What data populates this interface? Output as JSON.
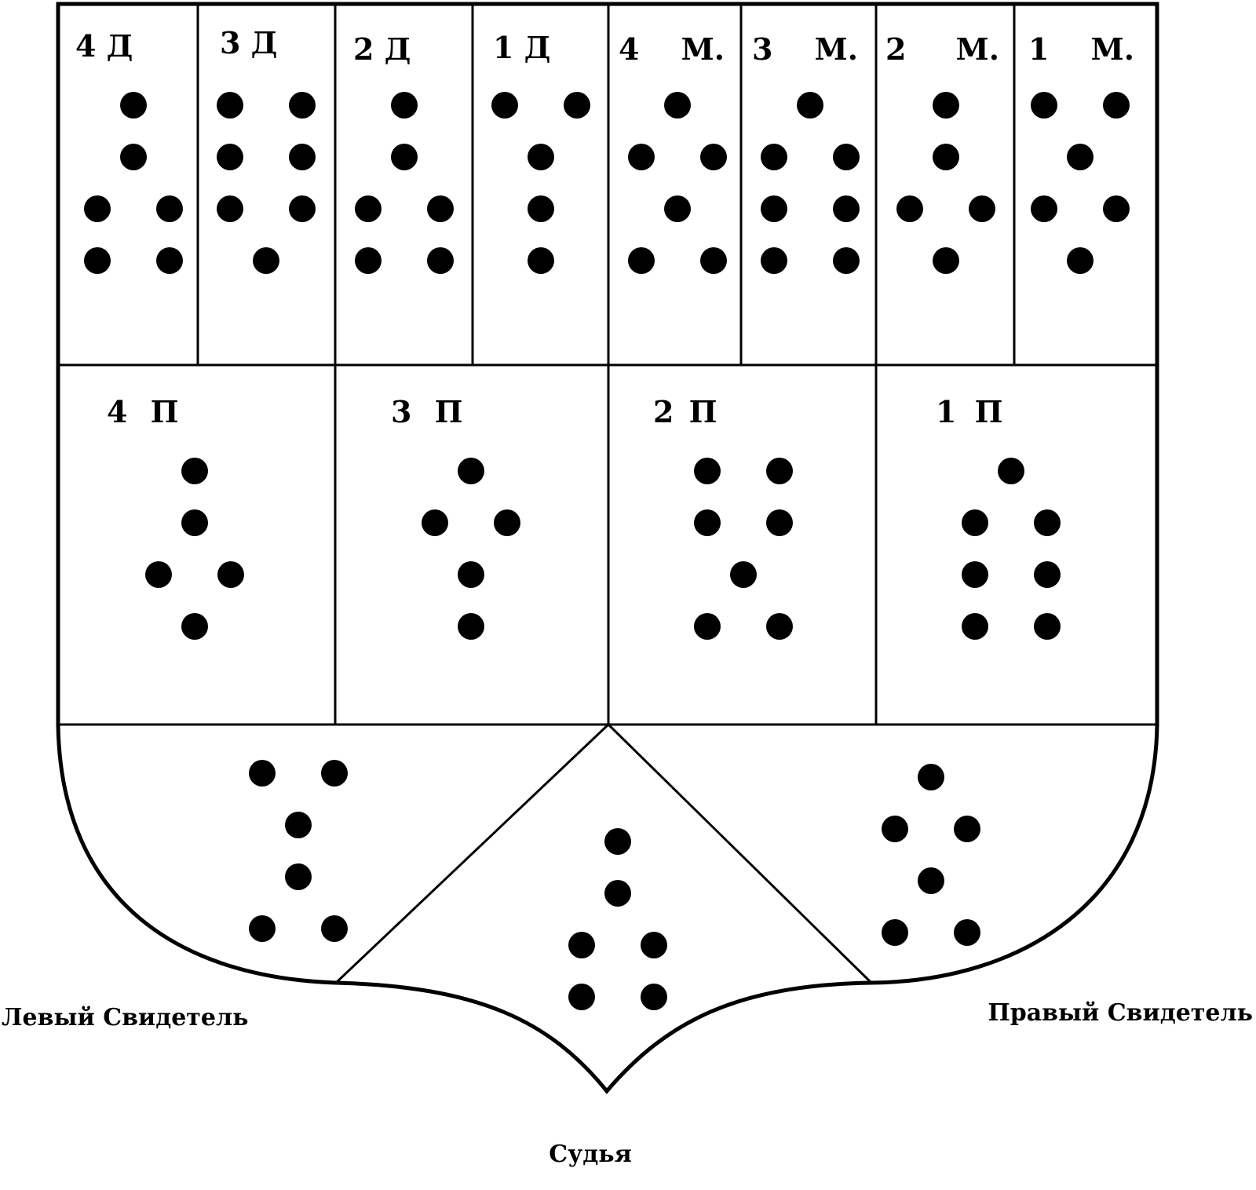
{
  "diagram": {
    "mothers_daughters": [
      {
        "label": "4 Д",
        "rows": [
          "1",
          "1",
          "1 1",
          "1 1"
        ]
      },
      {
        "label": "3 Д",
        "rows": [
          "1 1",
          "1 1",
          "1 1",
          "1"
        ]
      },
      {
        "label": "2 Д",
        "rows": [
          "1",
          "1",
          "1 1",
          "1 1"
        ]
      },
      {
        "label": "1 Д",
        "rows": [
          "1 1",
          "1",
          "1",
          "1"
        ]
      },
      {
        "label": "4 М.",
        "rows": [
          "1",
          "1 1",
          "1",
          "1 1"
        ]
      },
      {
        "label": "3 М.",
        "rows": [
          "1",
          "1 1",
          "1 1",
          "1 1"
        ]
      },
      {
        "label": "2 М.",
        "rows": [
          "1",
          "1",
          "1 1",
          "1"
        ]
      },
      {
        "label": "1 М.",
        "rows": [
          "1 1",
          "1",
          "1 1",
          "1"
        ]
      }
    ],
    "nieces": [
      {
        "label": "4 П",
        "rows": [
          "1",
          "1",
          "1 1",
          "1"
        ]
      },
      {
        "label": "3 П",
        "rows": [
          "1",
          "1 1",
          "1",
          "1"
        ]
      },
      {
        "label": "2 П",
        "rows": [
          "1 1",
          "1 1",
          "1",
          "1 1"
        ]
      },
      {
        "label": "1 П",
        "rows": [
          "1",
          "1 1",
          "1 1",
          "1 1"
        ]
      }
    ],
    "left_witness": {
      "caption": "Левый Свидетель",
      "rows": [
        "1 1",
        "1",
        "1",
        "1 1"
      ]
    },
    "judge": {
      "caption": "Судья",
      "rows": [
        "1",
        "1",
        "1 1",
        "1 1"
      ]
    },
    "right_witness": {
      "caption": "Правый Свидетель",
      "rows": [
        "1",
        "1 1",
        "1",
        "1 1"
      ]
    }
  }
}
